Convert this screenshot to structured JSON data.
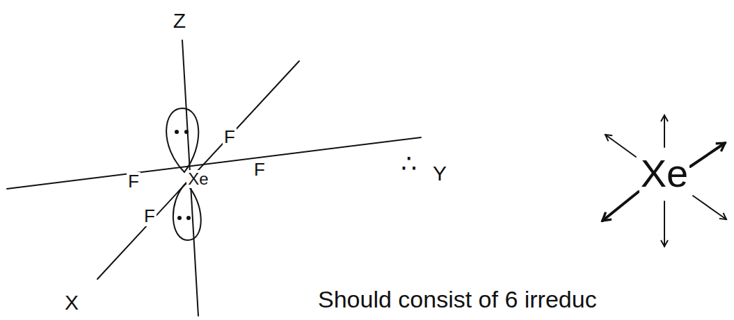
{
  "diagram": {
    "labels": [
      "Z",
      "F",
      "F",
      "Xe",
      "F",
      "Y",
      "F",
      "X",
      "∴",
      "Xe",
      "Should consist of 6 irreduc"
    ]
  }
}
